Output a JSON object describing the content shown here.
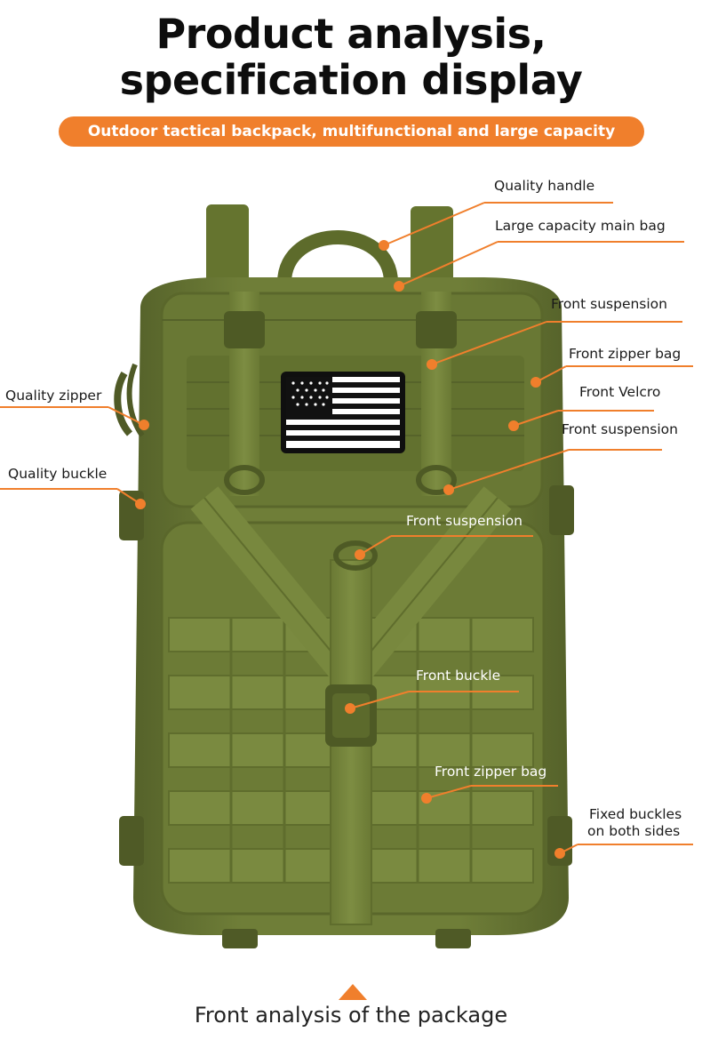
{
  "title": {
    "line1": "Product analysis,",
    "line2": "specification display"
  },
  "subtitle": "Outdoor tactical backpack, multifunctional and large capacity",
  "labels": {
    "quality_handle": "Quality handle",
    "large_capacity_main_bag": "Large capacity main bag",
    "front_suspension_1": "Front suspension",
    "front_zipper_bag_1": "Front zipper bag",
    "front_velcro": "Front Velcro",
    "front_suspension_2": "Front suspension",
    "quality_zipper": "Quality zipper",
    "quality_buckle": "Quality buckle",
    "front_suspension_3": "Front suspension",
    "front_buckle": "Front buckle",
    "front_zipper_bag_2": "Front zipper bag",
    "fixed_buckles_line1": "Fixed buckles",
    "fixed_buckles_line2": "on both sides"
  },
  "caption": "Front analysis of the package",
  "colors": {
    "accent": "#f07f2c",
    "backpack": "#6b7a35",
    "backpack_dark": "#4f5a26"
  }
}
